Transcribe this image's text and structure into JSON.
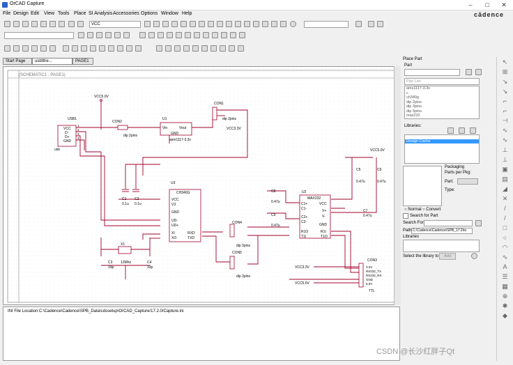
{
  "window": {
    "title": "OrCAD Capture",
    "brand": "cādence"
  },
  "menu": [
    "File",
    "Design",
    "Edit",
    "View",
    "Tools",
    "Place",
    "SI Analysis",
    "Accessories",
    "Options",
    "Window",
    "Help"
  ],
  "toolbar": {
    "part_combo": "VCC"
  },
  "tabs": [
    {
      "label": "Start Page"
    },
    {
      "label": "usbttlre..."
    },
    {
      "label": "PAGE1"
    }
  ],
  "schematic": {
    "page_title": "(SCHEMATIC1 : PAGE1)",
    "labels": {
      "vcc5v_top": "VCC5.0V",
      "usb1": "USB1",
      "usb_vcc": "VCC",
      "usb_dm": "D-",
      "usb_dp": "D+",
      "usb_gnd": "GND",
      "usb_value": "usb",
      "pin1": "1",
      "pin2": "2",
      "pin3": "3",
      "pin4": "4",
      "con2": "CON2",
      "con2_value": "dip 2pins",
      "u1": "U1",
      "u1_vin": "Vin",
      "u1_vout": "Vout",
      "u1_gnd": "GND",
      "u1_value": "asm1117-3.3v",
      "con1": "CON1",
      "con1_value": "dip 3pins",
      "vcc33": "VCC3.3V",
      "vcc5v_right": "VCC5.0V",
      "c5": "C5",
      "c5_val": "0.47u",
      "c6": "C6",
      "c6_val": "0.47u",
      "u3": "U3",
      "ch340g": "CH340G",
      "u3_vcc": "VCC",
      "u3_v3": "V3",
      "u3_gnd": "GND",
      "u3_udm": "UD-",
      "u3_udp": "UD+",
      "u3_xi": "XI",
      "u3_xo": "XO",
      "u3_rxd": "RXD",
      "u3_txd": "TXD",
      "c1": "C1",
      "c1_val": "0.1u",
      "c2": "C2",
      "c2_val": "0.1u",
      "x1": "X1",
      "x1_val": "12Mhz",
      "c3": "C3",
      "c3_val": "33p",
      "c4": "C4",
      "c4_val": "33p",
      "con4": "CON4",
      "con4_value": "dip 3pins",
      "con5": "CON5",
      "con5_value": "dip 3pins",
      "u2": "U2",
      "max232": "MAX232",
      "u2_c1p": "C1+",
      "u2_c1m": "C1-",
      "u2_c2p": "C2+",
      "u2_c2m": "C2-",
      "u2_vcc": "VCC",
      "u2_vp": "V+",
      "u2_vm": "V-",
      "u2_gnd": "GND",
      "u2_r1o": "R1O",
      "u2_t1i": "T1I",
      "u2_r1i": "R1I",
      "u2_t1o": "T1O",
      "c8": "C8",
      "c8_val": "0.47u",
      "c9": "C9",
      "c9_val": "0.47u",
      "c7": "C7",
      "c7_val": "0.47u",
      "con3": "CON3",
      "con3_v33": "3.3V",
      "con3_tx": "RS232_TX",
      "con3_rx": "RS232_RX",
      "con3_gnd": "GND",
      "con3_v5": "5.0V",
      "con3_ttl": "TTL",
      "vcc33_b": "VCC3.3V",
      "vcc5v_b": "VCC5.0V"
    }
  },
  "session_log": {
    "line": "INI File Location:C:\\Cadence\\Cadence\\SPB_Data\\cdssetup\\OrCAD_Capture/17.2.0/Capture.ini"
  },
  "place_part": {
    "title": "Place Part",
    "part_label": "Part",
    "part_placeholder": "Part List",
    "part_list": [
      "ams1117-3.3v",
      "c",
      "ch340g",
      "dip 2pins",
      "dip 3pins",
      "dip 5pins",
      "max232",
      "usb"
    ],
    "libraries_label": "Libraries:",
    "library_item": "Design Cache",
    "packaging_label": "Packaging",
    "parts_per_pkg": "Parts per Pkg:",
    "part_field": "Part:",
    "type_field": "Type:",
    "normal": "Normal",
    "convert": "Convert",
    "search_label": "Search for Part",
    "search_for": "Search For",
    "path_label": "Path:",
    "path_value": "C:\\Cadence\\Cadence\\SPB_17.2\\to",
    "libraries_label2": "Libraries",
    "select_library": "Select the library to add",
    "add_button": "Add"
  },
  "watermark": "CSDN @长沙红胖子Qt"
}
